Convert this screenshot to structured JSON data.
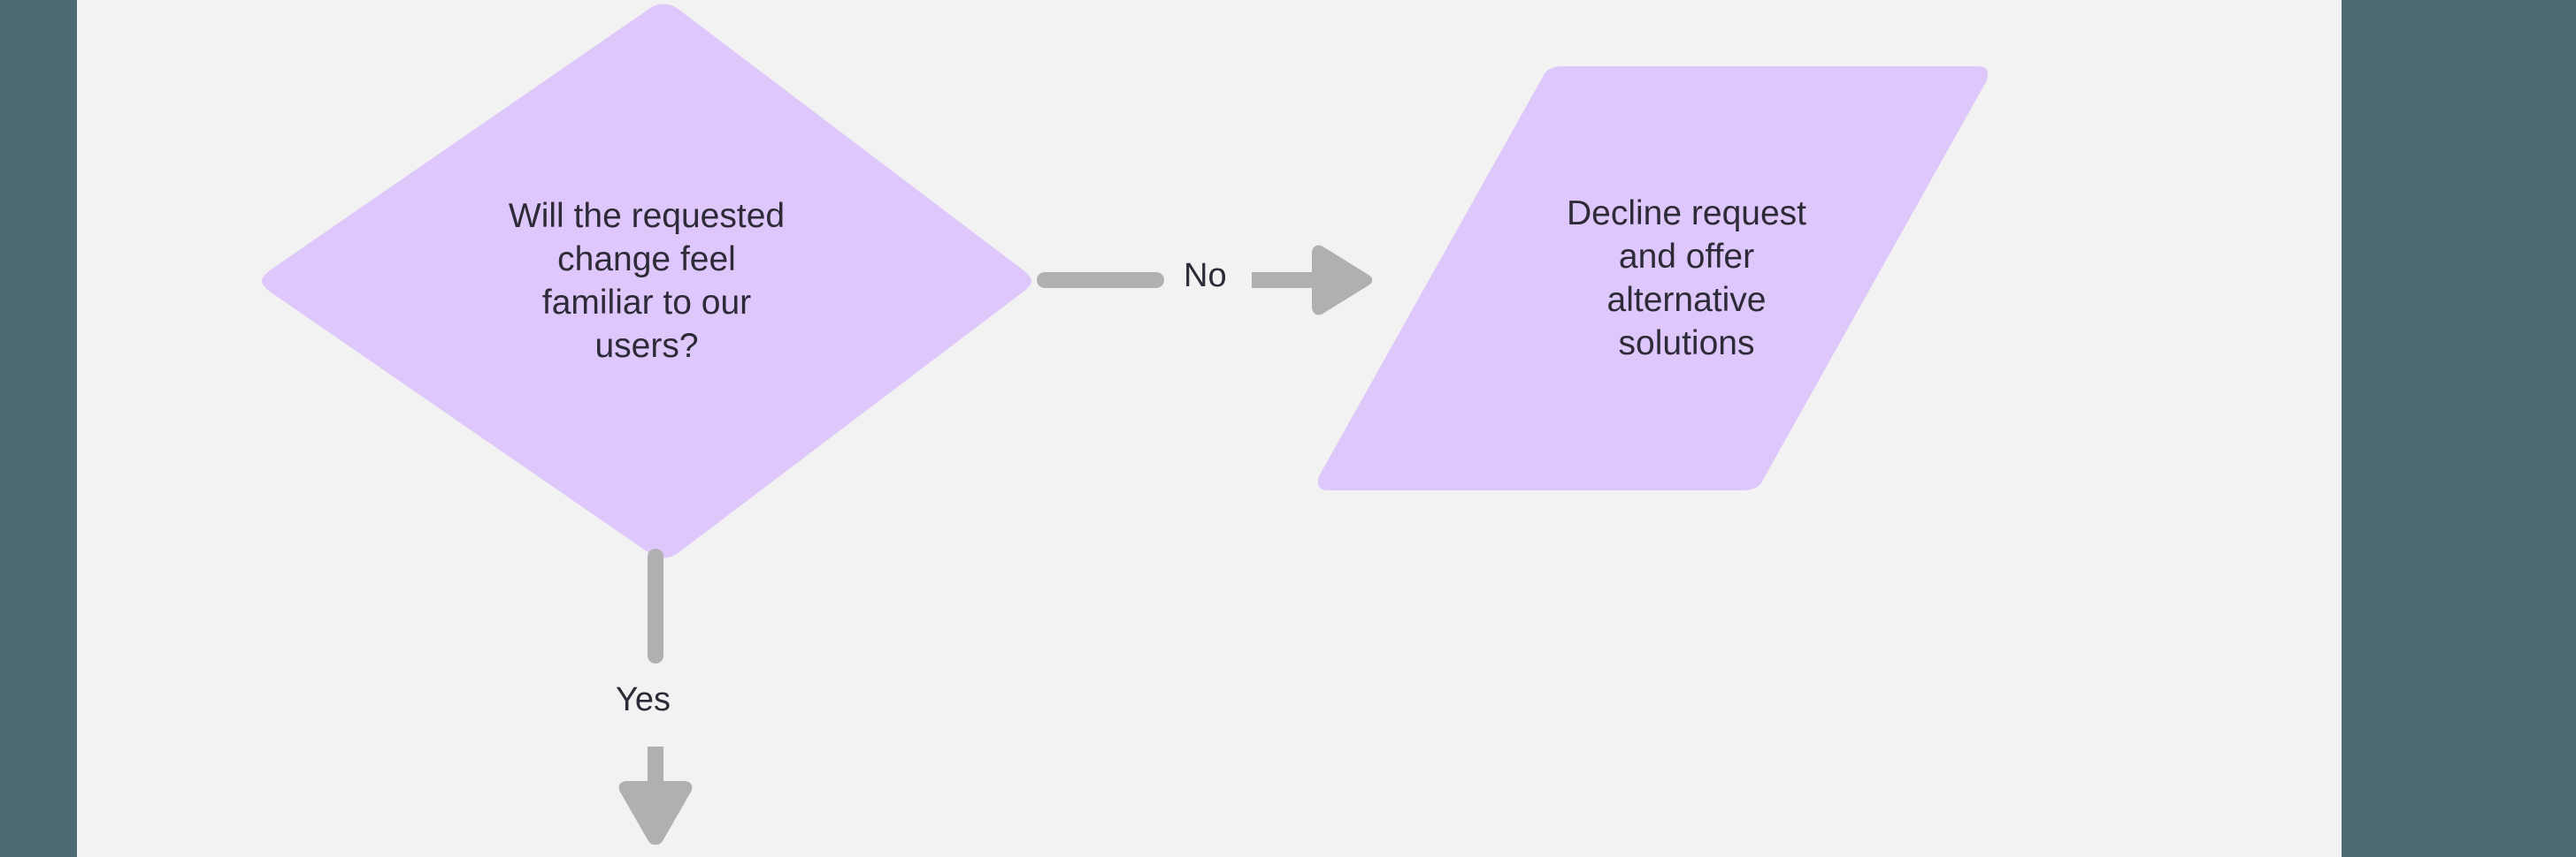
{
  "canvas": {
    "background_color": "#f2f2f2",
    "frame_color": "#4d6b72"
  },
  "diagram": {
    "type": "flowchart",
    "node_fill_color": "#dec7fa",
    "text_color": "#2e2b38",
    "connector_color": "#b0b0b2",
    "nodes": [
      {
        "id": "decision-familiar",
        "shape": "diamond",
        "role": "decision",
        "lines": [
          "Will the requested",
          "change feel",
          "familiar to our",
          "users?"
        ]
      },
      {
        "id": "decline-request",
        "shape": "parallelogram",
        "role": "input-output",
        "lines": [
          "Decline request",
          "and offer",
          "alternative",
          "solutions"
        ]
      }
    ],
    "edges": [
      {
        "id": "edge-no",
        "label": "No",
        "from": "decision-familiar",
        "to": "decline-request",
        "direction": "right"
      },
      {
        "id": "edge-yes",
        "label": "Yes",
        "from": "decision-familiar",
        "to": "",
        "direction": "down"
      }
    ]
  }
}
